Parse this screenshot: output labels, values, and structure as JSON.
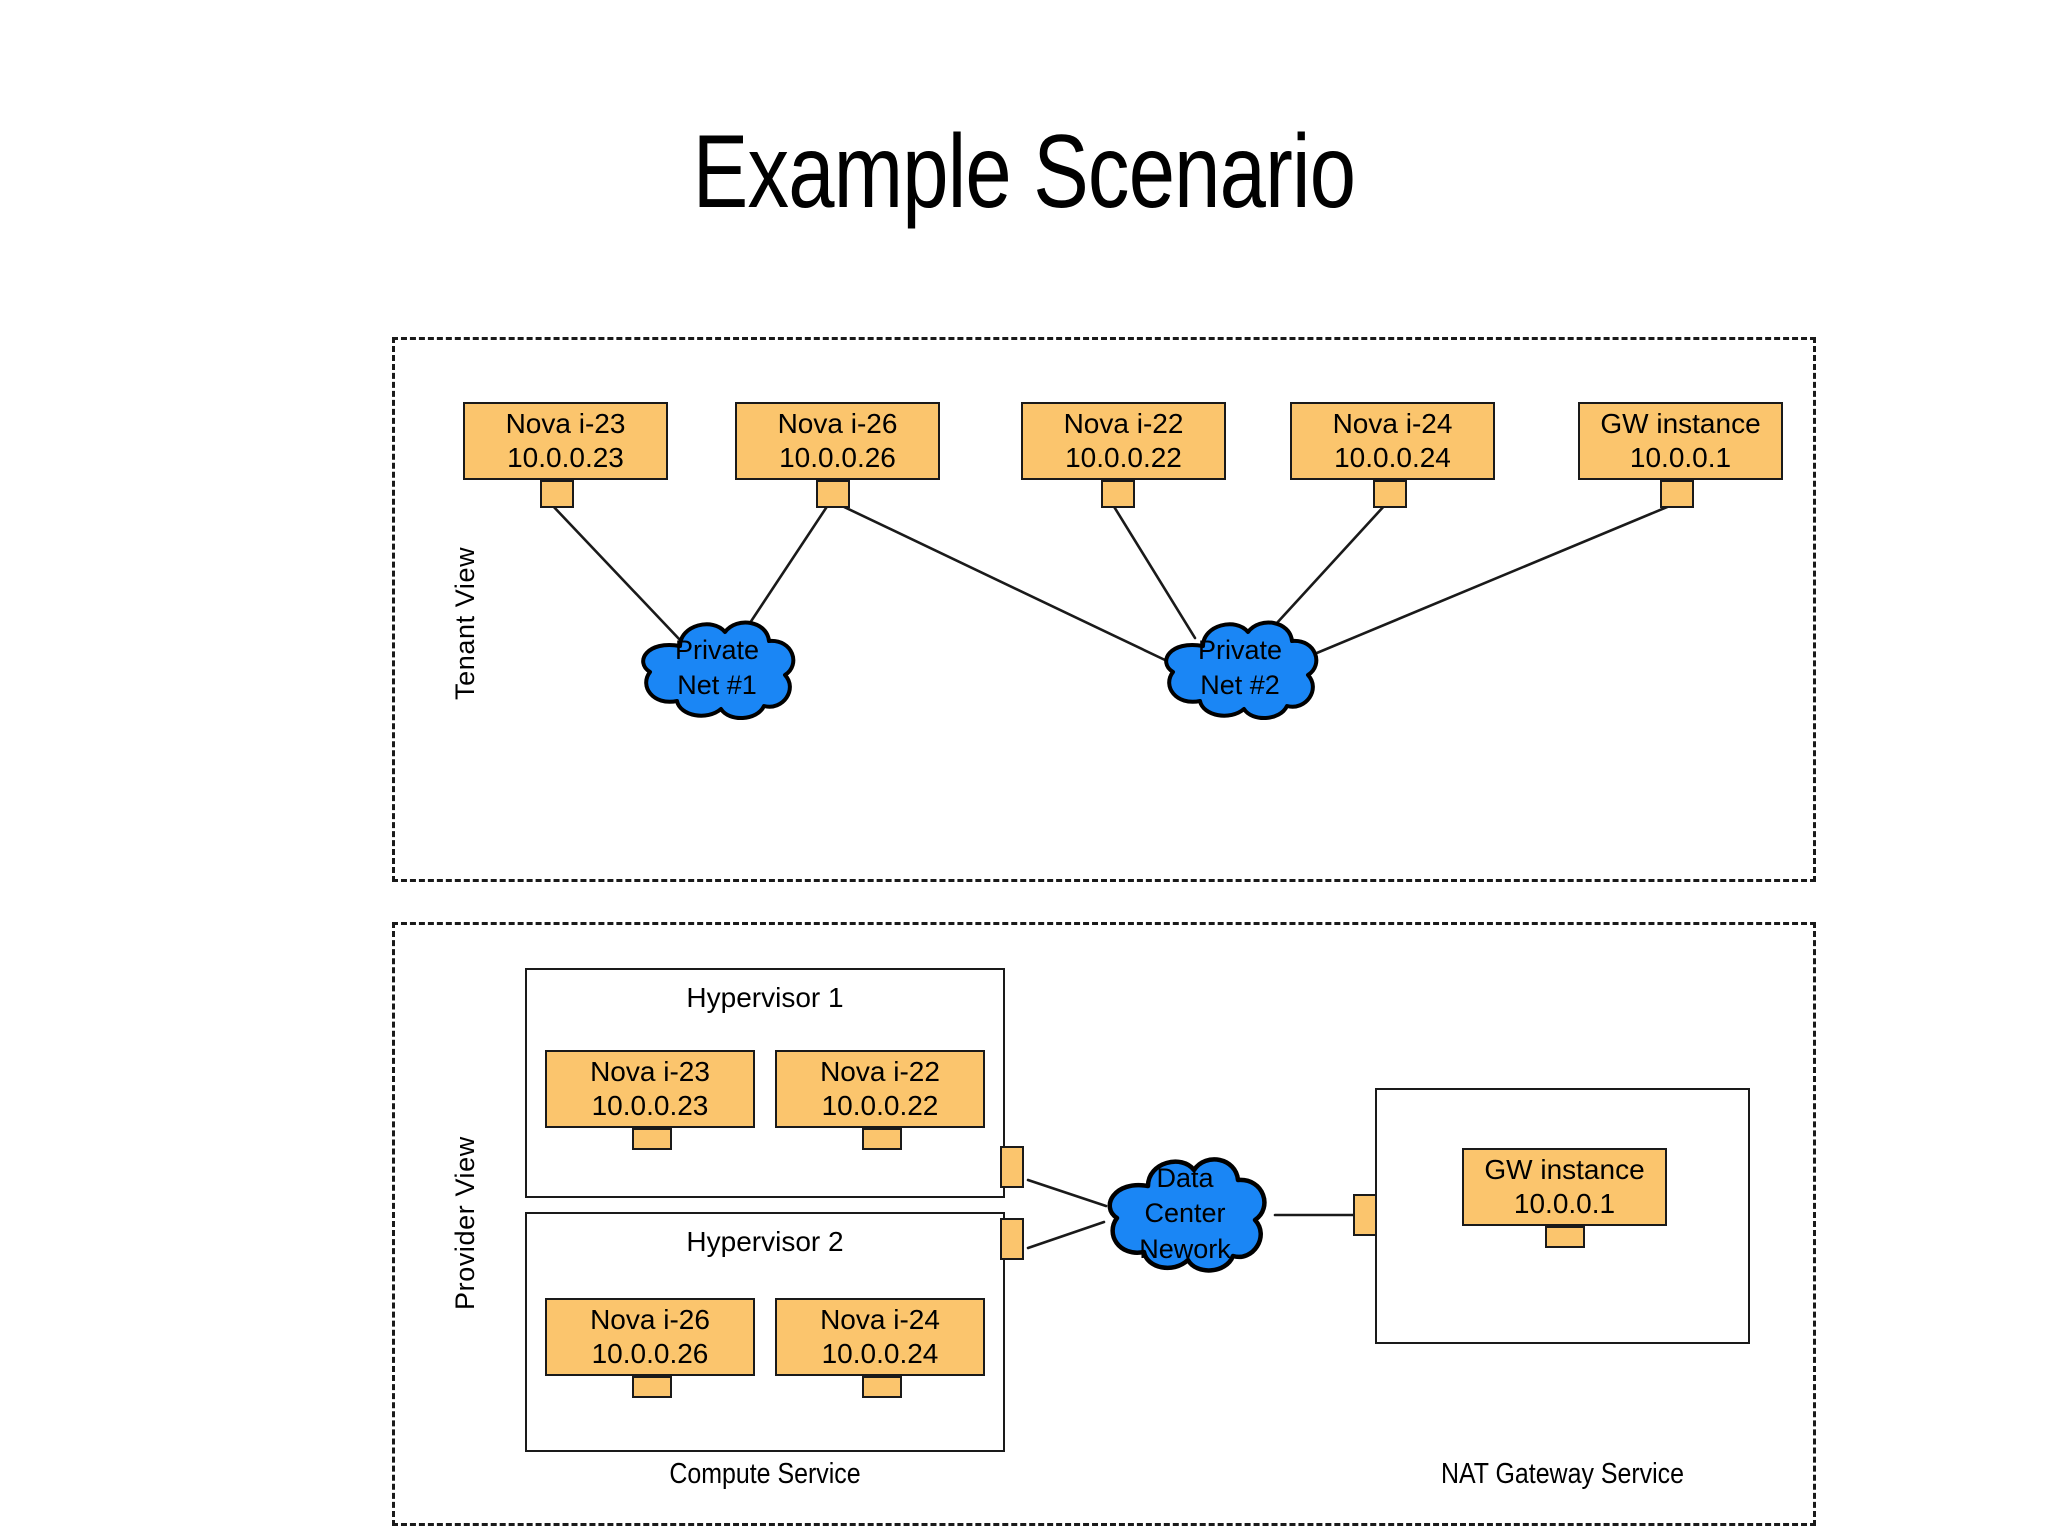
{
  "title": "Example Scenario",
  "colors": {
    "node_fill": "#fbc56d",
    "cloud_fill": "#1a86f5",
    "stroke": "#1a1a1a",
    "background": "#ffffff"
  },
  "tenant_view": {
    "label": "Tenant View",
    "nodes": [
      {
        "id": "t-nova-i23",
        "name": "Nova i-23",
        "ip": "10.0.0.23"
      },
      {
        "id": "t-nova-i26",
        "name": "Nova i-26",
        "ip": "10.0.0.26"
      },
      {
        "id": "t-nova-i22",
        "name": "Nova i-22",
        "ip": "10.0.0.22"
      },
      {
        "id": "t-nova-i24",
        "name": "Nova i-24",
        "ip": "10.0.0.24"
      },
      {
        "id": "t-gw",
        "name": "GW instance",
        "ip": "10.0.0.1"
      }
    ],
    "clouds": [
      {
        "id": "private-net-1",
        "line1": "Private",
        "line2": "Net #1"
      },
      {
        "id": "private-net-2",
        "line1": "Private",
        "line2": "Net #2"
      }
    ],
    "connections": [
      {
        "from": "t-nova-i23",
        "to": "private-net-1"
      },
      {
        "from": "t-nova-i26",
        "to": "private-net-1"
      },
      {
        "from": "t-nova-i26",
        "to": "private-net-2"
      },
      {
        "from": "t-nova-i22",
        "to": "private-net-2"
      },
      {
        "from": "t-nova-i24",
        "to": "private-net-2"
      },
      {
        "from": "t-gw",
        "to": "private-net-2"
      }
    ]
  },
  "provider_view": {
    "label": "Provider View",
    "compute_service_caption": "Compute Service",
    "nat_gateway_caption": "NAT Gateway Service",
    "hypervisors": [
      {
        "id": "hypervisor-1",
        "title": "Hypervisor 1",
        "nodes": [
          {
            "id": "p-nova-i23",
            "name": "Nova i-23",
            "ip": "10.0.0.23"
          },
          {
            "id": "p-nova-i22",
            "name": "Nova i-22",
            "ip": "10.0.0.22"
          }
        ]
      },
      {
        "id": "hypervisor-2",
        "title": "Hypervisor 2",
        "nodes": [
          {
            "id": "p-nova-i26",
            "name": "Nova i-26",
            "ip": "10.0.0.26"
          },
          {
            "id": "p-nova-i24",
            "name": "Nova i-24",
            "ip": "10.0.0.24"
          }
        ]
      }
    ],
    "cloud": {
      "id": "data-center-network",
      "line1": "Data",
      "line2": "Center",
      "line3": "Nework"
    },
    "gateway": {
      "id": "p-gw",
      "name": "GW instance",
      "ip": "10.0.0.1"
    },
    "connections": [
      {
        "from": "hypervisor-1",
        "to": "data-center-network"
      },
      {
        "from": "hypervisor-2",
        "to": "data-center-network"
      },
      {
        "from": "data-center-network",
        "to": "nat-gateway-service"
      }
    ]
  }
}
